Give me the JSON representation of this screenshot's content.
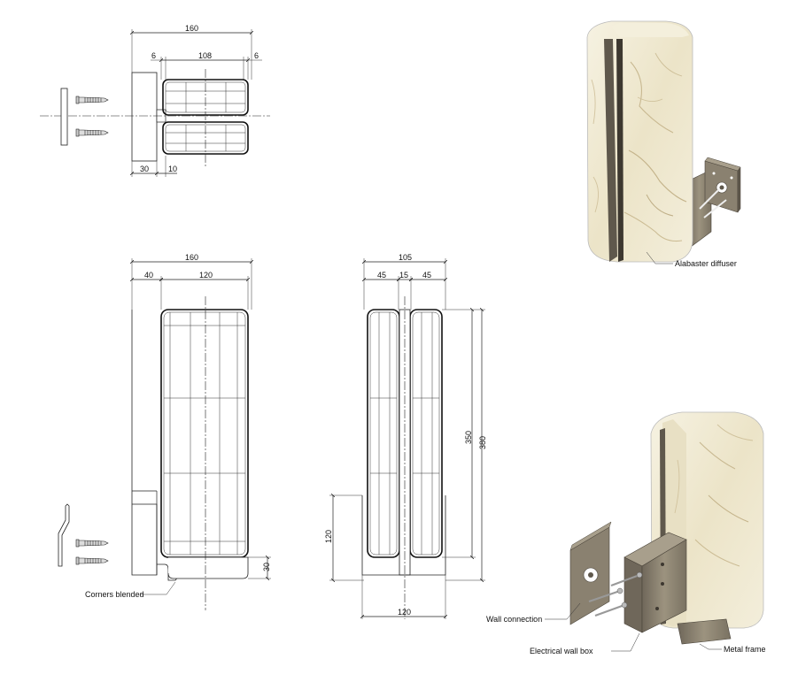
{
  "dimensions": {
    "top_total": "160",
    "top_left_gap": "6",
    "top_inner": "108",
    "top_right_gap": "6",
    "top_base": "30",
    "top_offset": "10",
    "front_total": "160",
    "front_left": "40",
    "front_inner": "120",
    "front_bottom": "30",
    "side_total": "105",
    "side_left": "45",
    "side_mid": "15",
    "side_right": "45",
    "side_height_inner": "350",
    "side_height_total": "380",
    "side_box_height": "120",
    "side_bottom": "120"
  },
  "labels": {
    "corners": "Corners blended",
    "diffuser": "Alabaster diffuser",
    "wall_connection": "Wall connection",
    "wall_box": "Electrical wall box",
    "metal_frame": "Metal frame"
  },
  "colors": {
    "alabaster": "#efe9d2",
    "alabaster_vein": "#c8b890",
    "metal": "#8a8170",
    "metal_dark": "#5f584c",
    "metal_light": "#a89f8c"
  },
  "icons": [
    "screw-icon"
  ]
}
